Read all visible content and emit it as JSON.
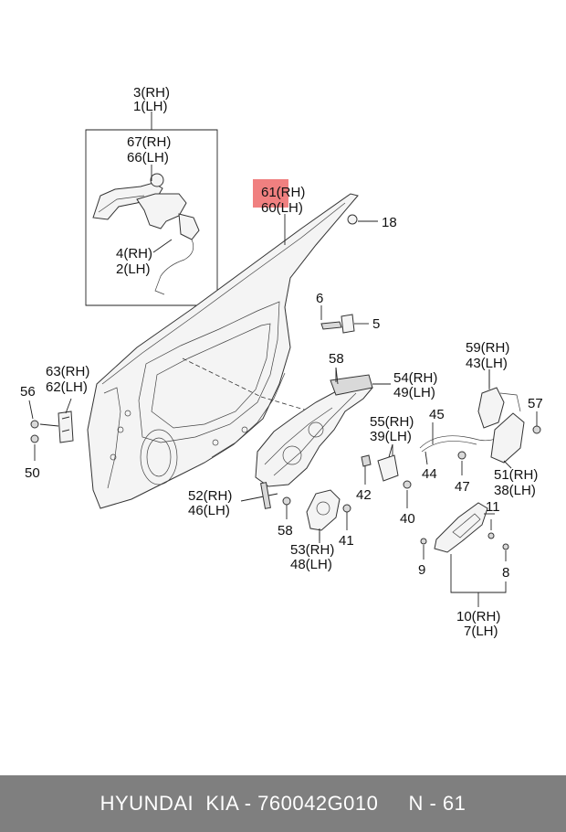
{
  "highlight_color": "#f08080",
  "footer_bg_color": "#7f7f7f",
  "labels": {
    "l3rh": "3(RH)",
    "l1lh": "1(LH)",
    "l67rh": "67(RH)",
    "l66lh": "66(LH)",
    "l4rh": "4(RH)",
    "l2lh": "2(LH)",
    "l61rh": "61(RH)",
    "l60lh": "60(LH)",
    "l18": "18",
    "l6": "6",
    "l5": "5",
    "l63rh": "63(RH)",
    "l62lh": "62(LH)",
    "l56": "56",
    "l50": "50",
    "l58a": "58",
    "l54rh": "54(RH)",
    "l49lh": "49(LH)",
    "l59rh": "59(RH)",
    "l43lh": "43(LH)",
    "l57": "57",
    "l45": "45",
    "l55rh": "55(RH)",
    "l39lh": "39(LH)",
    "l44": "44",
    "l47": "47",
    "l51rh": "51(RH)",
    "l38lh": "38(LH)",
    "l42": "42",
    "l52rh": "52(RH)",
    "l46lh": "46(LH)",
    "l40": "40",
    "l11": "11",
    "l58b": "58",
    "l53rh": "53(RH)",
    "l48lh": "48(LH)",
    "l41": "41",
    "l9": "9",
    "l8": "8",
    "l10rh": "10(RH)",
    "l7lh": "7(LH)"
  },
  "footer": {
    "text": "HYUNDAI  KIA - 760042G010     N - 61"
  }
}
